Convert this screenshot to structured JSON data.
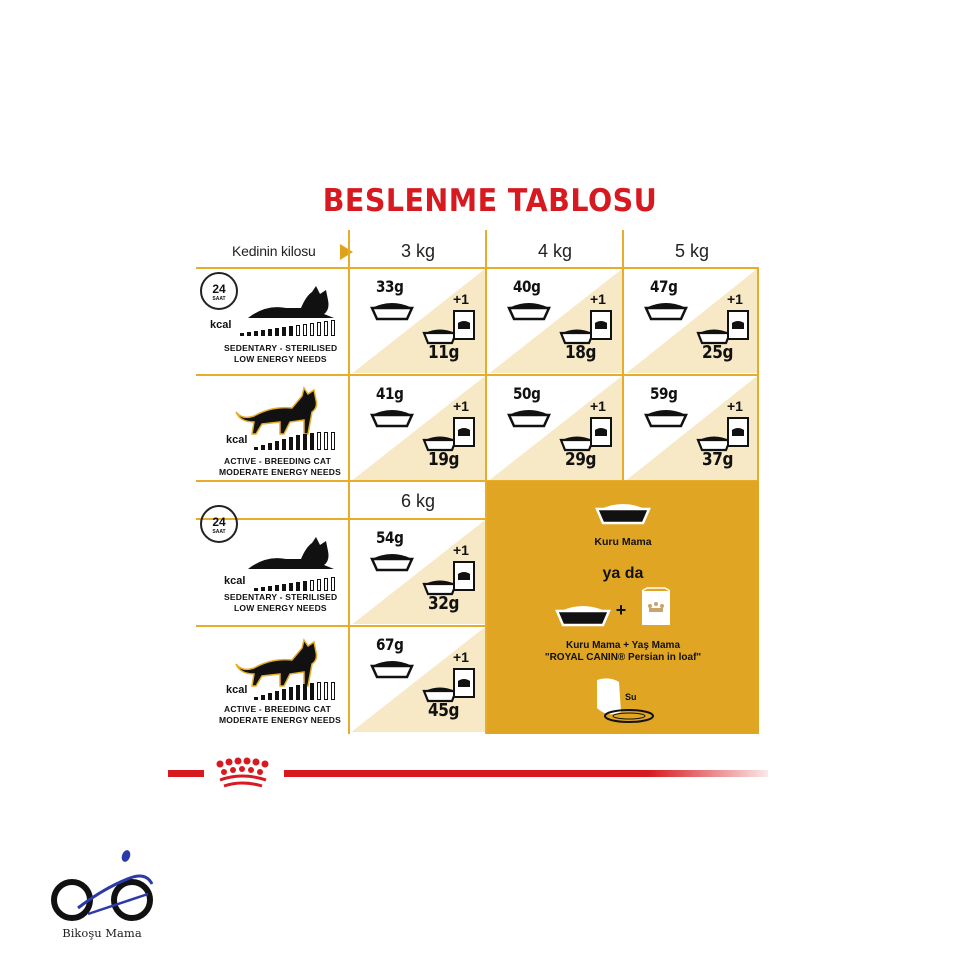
{
  "title": "BESLENME TABLOSU",
  "weight_label": "Kedinin kilosu",
  "columns": [
    "3 kg",
    "4 kg",
    "5 kg"
  ],
  "column_6": "6 kg",
  "clock": {
    "num": "24",
    "saat": "SAAT"
  },
  "kcal": "kcal",
  "profiles": {
    "sedentary": {
      "line1": "SEDENTARY - STERILISED",
      "line2": "LOW ENERGY NEEDS"
    },
    "active": {
      "line1": "ACTIVE - BREEDING CAT",
      "line2": "MODERATE ENERGY NEEDS"
    }
  },
  "plus_one": "+1",
  "rows": {
    "r1": [
      {
        "dry": "33g",
        "mix": "11g"
      },
      {
        "dry": "40g",
        "mix": "18g"
      },
      {
        "dry": "47g",
        "mix": "25g"
      }
    ],
    "r2": [
      {
        "dry": "41g",
        "mix": "19g"
      },
      {
        "dry": "50g",
        "mix": "29g"
      },
      {
        "dry": "59g",
        "mix": "37g"
      }
    ],
    "r3": {
      "dry": "54g",
      "mix": "32g"
    },
    "r4": {
      "dry": "67g",
      "mix": "45g"
    }
  },
  "legend": {
    "dry": "Kuru Mama",
    "or": "ya da",
    "plus": "+",
    "combo_l1": "Kuru Mama + Yaş Mama",
    "combo_l2": "\"ROYAL CANIN® Persian in loaf\"",
    "water": "Su"
  },
  "brand_footer": "Bikoşu Mama",
  "colors": {
    "red": "#d71920",
    "gold": "#e0a522",
    "cream": "#f7e8c6"
  }
}
